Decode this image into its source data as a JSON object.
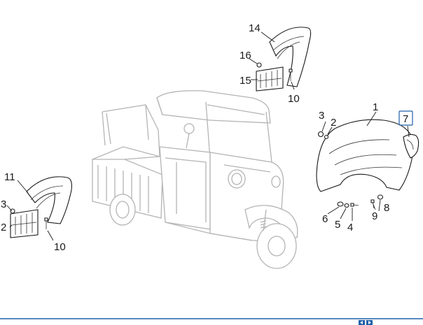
{
  "diagram": {
    "callouts": {
      "c1": "1",
      "c2_right": "2",
      "c3_right": "3",
      "c4": "4",
      "c5": "5",
      "c6": "6",
      "c7": "7",
      "c8": "8",
      "c9": "9",
      "c10_top": "10",
      "c14": "14",
      "c15": "15",
      "c16": "16",
      "c11": "11",
      "c3_left": "3",
      "c2_left": "2",
      "c10_left": "10"
    },
    "highlighted_callout": "7"
  },
  "colors": {
    "accent": "#1f5fa8",
    "ghost_vehicle": "#b4b4b4",
    "linework": "#1a1a1a"
  },
  "footer": {
    "icons": [
      "nav-prev-icon",
      "nav-next-icon"
    ]
  }
}
